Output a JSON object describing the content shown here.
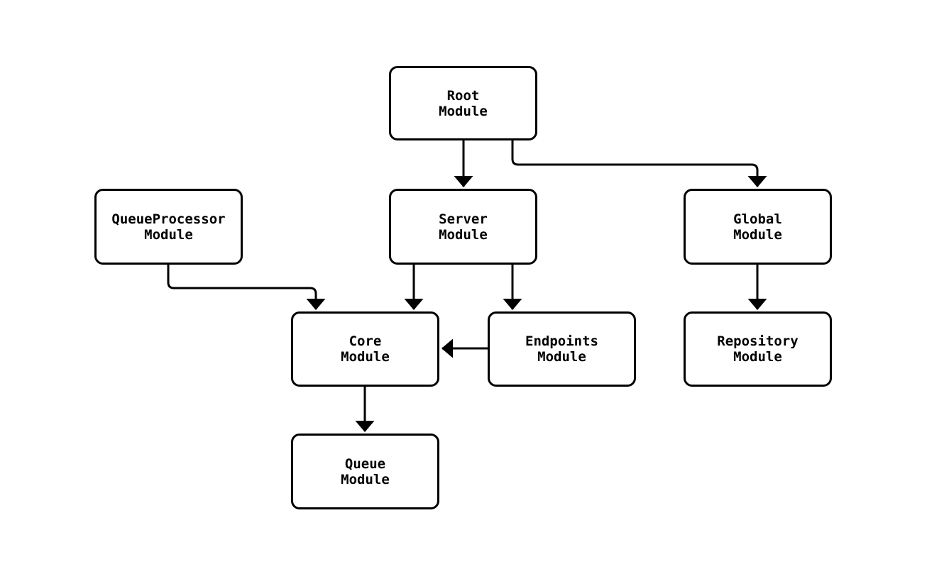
{
  "diagram": {
    "type": "flowchart",
    "direction": "top-down",
    "background_color": "#ffffff",
    "node_fill_color": "#ffffff",
    "node_border_color": "#000000",
    "edge_color": "#000000",
    "text_color": "#000000",
    "nodes": [
      {
        "id": "root",
        "label": "Root\nModule"
      },
      {
        "id": "queueprocessor",
        "label": "QueueProcessor\nModule"
      },
      {
        "id": "server",
        "label": "Server\nModule"
      },
      {
        "id": "global",
        "label": "Global\nModule"
      },
      {
        "id": "core",
        "label": "Core\nModule"
      },
      {
        "id": "endpoints",
        "label": "Endpoints\nModule"
      },
      {
        "id": "repository",
        "label": "Repository\nModule"
      },
      {
        "id": "queue",
        "label": "Queue\nModule"
      }
    ],
    "edges": [
      {
        "from": "Root Module",
        "to": "Server Module"
      },
      {
        "from": "Root Module",
        "to": "Global Module"
      },
      {
        "from": "QueueProcessor Module",
        "to": "Core Module"
      },
      {
        "from": "Server Module",
        "to": "Core Module"
      },
      {
        "from": "Server Module",
        "to": "Endpoints Module"
      },
      {
        "from": "Endpoints Module",
        "to": "Core Module"
      },
      {
        "from": "Global Module",
        "to": "Repository Module"
      },
      {
        "from": "Core Module",
        "to": "Queue Module"
      }
    ]
  }
}
